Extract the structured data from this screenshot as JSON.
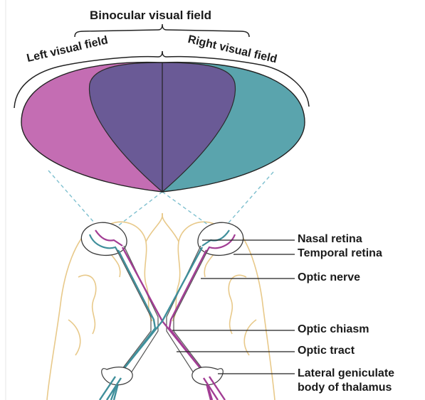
{
  "diagram": {
    "title": "Binocular visual field",
    "left_field": "Left visual field",
    "right_field": "Right visual field",
    "labels": {
      "nasal_retina": "Nasal retina",
      "temporal_retina": "Temporal retina",
      "optic_nerve": "Optic nerve",
      "optic_chiasm": "Optic chiasm",
      "optic_tract": "Optic tract",
      "lgn_line1": "Lateral geniculate",
      "lgn_line2": "body of thalamus"
    },
    "colors": {
      "left_field": "#c46db3",
      "right_field": "#5aa4ad",
      "binocular": "#6a5a96",
      "left_pathway": "#a23d94",
      "right_pathway": "#3f8f9b",
      "brain_outline": "#e8c98a",
      "projection_lines": "#7fc0cf"
    }
  }
}
